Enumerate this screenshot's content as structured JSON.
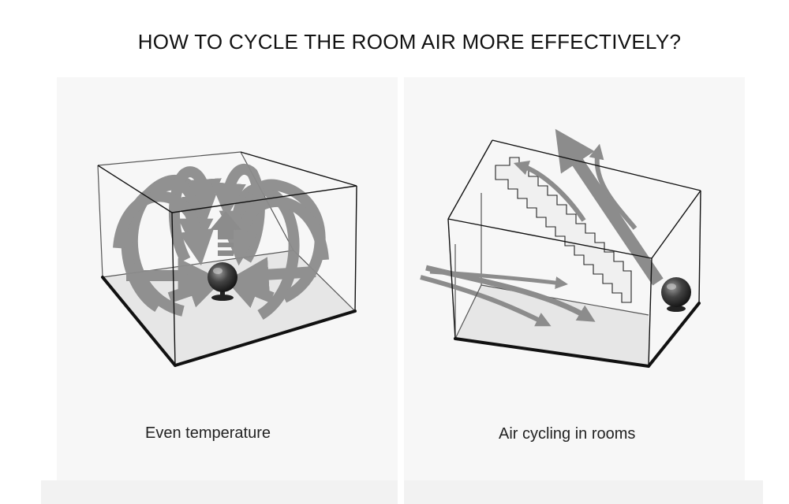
{
  "page": {
    "title": "HOW TO CYCLE THE ROOM AIR MORE EFFECTIVELY?"
  },
  "panels": [
    {
      "caption": "Even temperature",
      "illustration": "room-even-airflow"
    },
    {
      "caption": "Air cycling in rooms",
      "illustration": "room-stair-airflow"
    }
  ],
  "colors": {
    "background": "#ffffff",
    "panel": "#f7f7f7",
    "arrow": "#8c8c8c",
    "outline": "#222222"
  }
}
